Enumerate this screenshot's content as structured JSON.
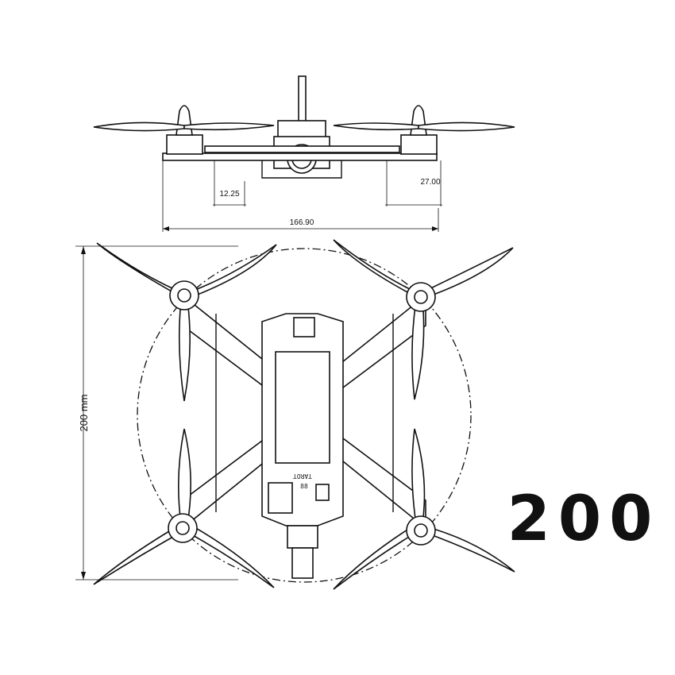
{
  "side_view": {
    "dim_camera_offset": "12.25",
    "dim_height": "27.00",
    "dim_width": "166.90"
  },
  "top_view": {
    "dim_frame": "200 mm",
    "board_text_1": "TAROT",
    "board_text_2": "88"
  },
  "brand": {
    "model_number": "200"
  }
}
